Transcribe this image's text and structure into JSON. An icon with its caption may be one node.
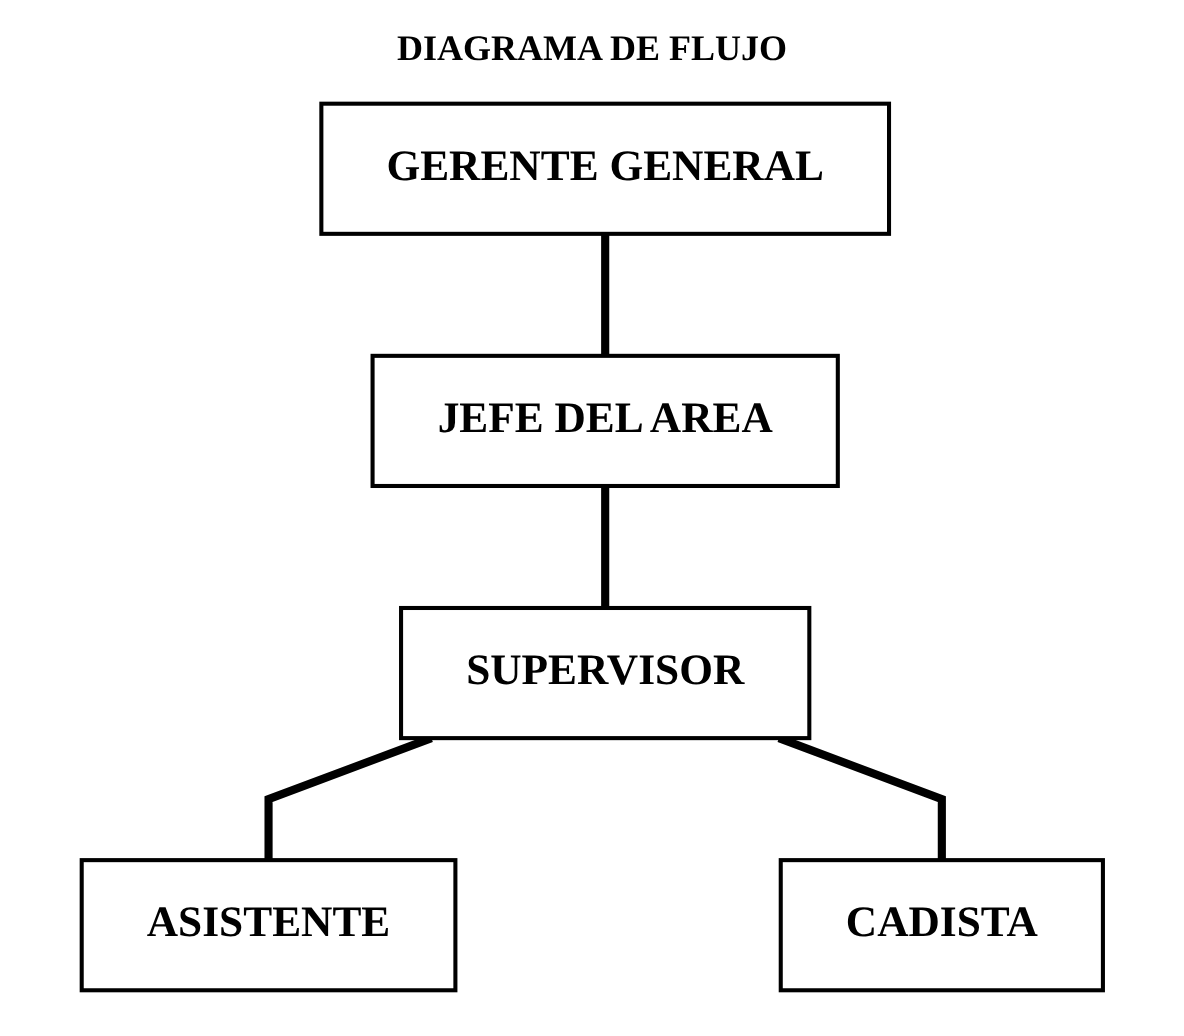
{
  "diagram": {
    "title": "DIAGRAMA DE FLUJO",
    "nodes": [
      {
        "text": [
          "GERENTE GENERAL"
        ]
      },
      {
        "text": [
          "JEFE DEL AREA"
        ]
      },
      {
        "text": [
          "SUPERVISOR"
        ]
      },
      {
        "text": [
          "ASISTENTE"
        ]
      },
      {
        "text": [
          "CADISTA"
        ]
      }
    ],
    "edges": [
      {
        "from": 0,
        "to": 1,
        "arrow": "none"
      },
      {
        "from": 1,
        "to": 2,
        "arrow": "none"
      },
      {
        "from": 2,
        "to": 3,
        "arrow": "none"
      },
      {
        "from": 2,
        "to": 4,
        "arrow": "none"
      }
    ]
  }
}
